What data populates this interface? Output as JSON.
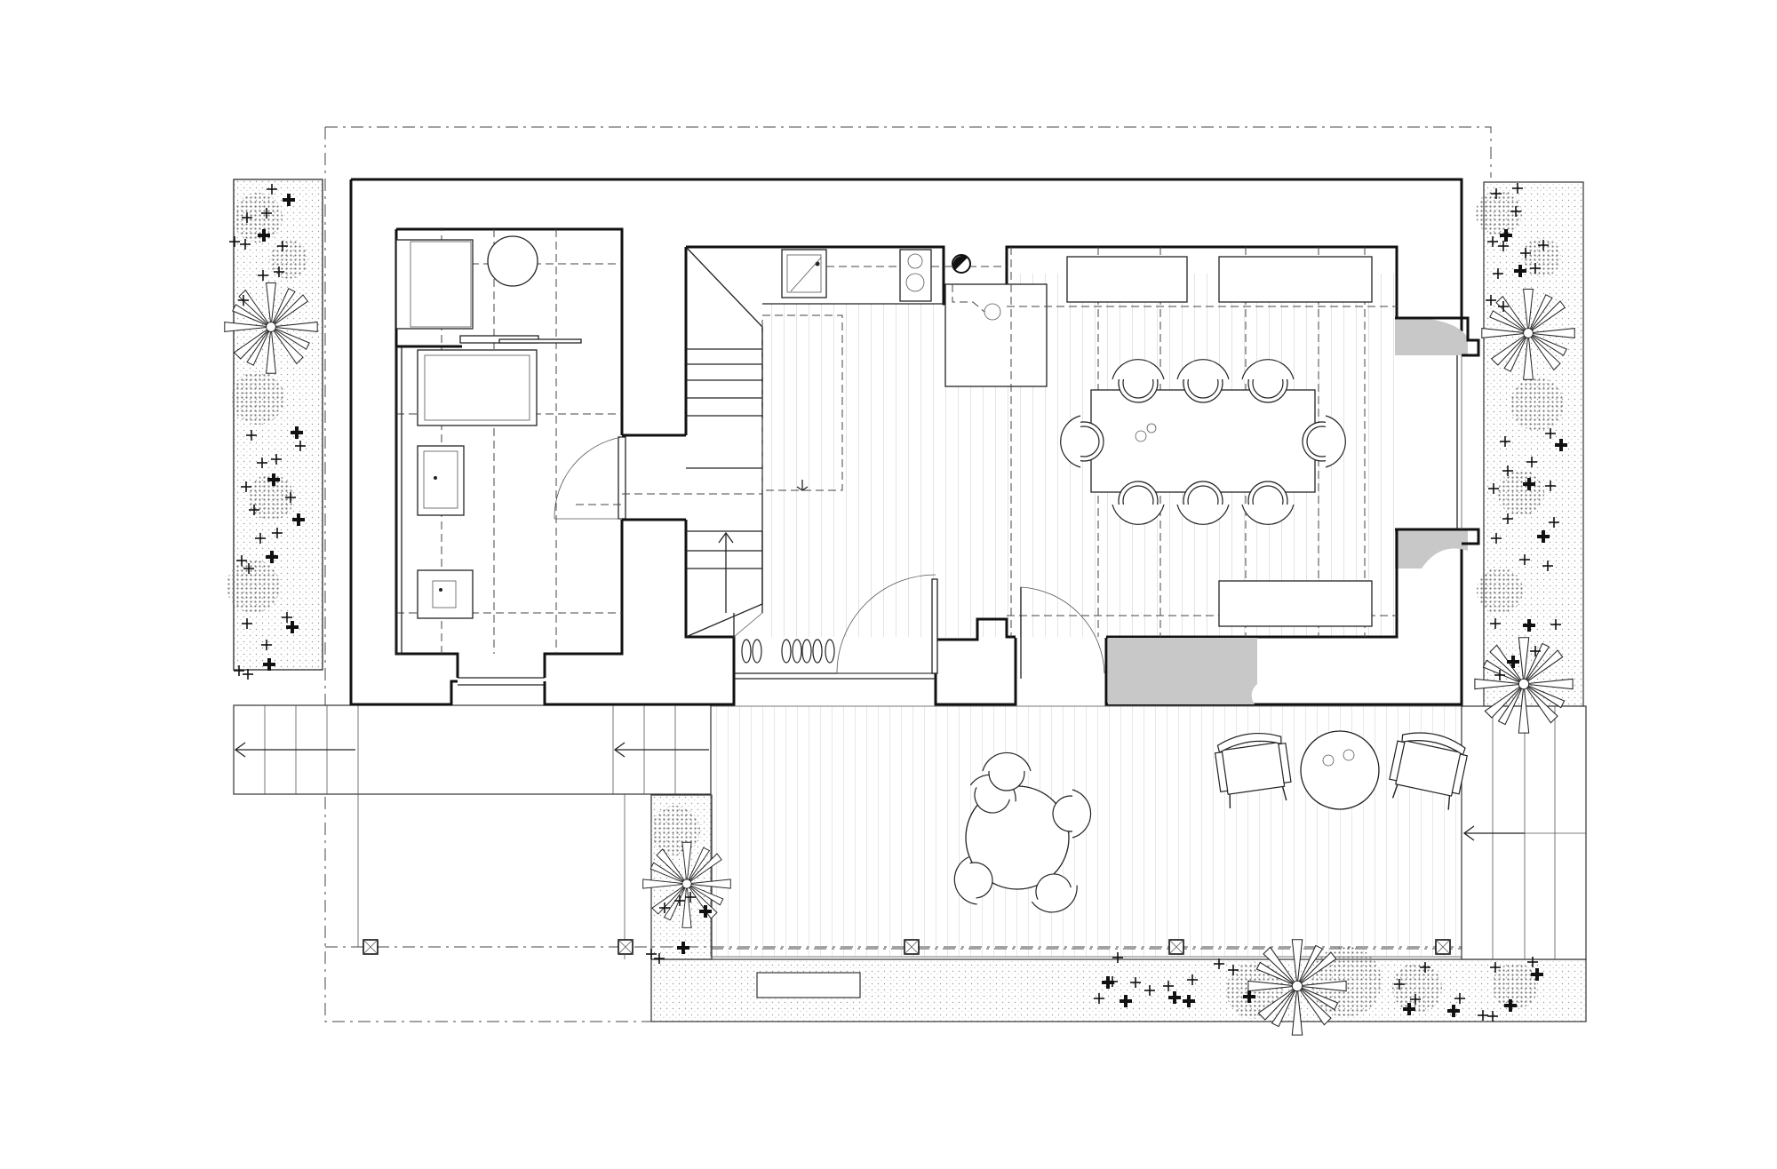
{
  "diagram": {
    "type": "architectural-floor-plan",
    "colors": {
      "wall": "#111111",
      "line": "#222222",
      "floor_boards": "#b8b8b8",
      "hatch": "#c8c8c8",
      "gravel_dots": "#9a9a9a",
      "background": "#ffffff"
    },
    "rooms": [
      "bathroom",
      "stair-hall",
      "kitchen",
      "living-dining",
      "terrace"
    ],
    "furniture": {
      "dining_chairs": 8,
      "terrace_chairs": 5,
      "lounge_chairs": 2,
      "sofas": 3,
      "posts": 5
    },
    "icons": [
      "plus-plant-icon",
      "agave-plant-icon",
      "shrub-dots-icon",
      "door-swing-icon",
      "stair-arrow-icon",
      "post-icon"
    ]
  }
}
